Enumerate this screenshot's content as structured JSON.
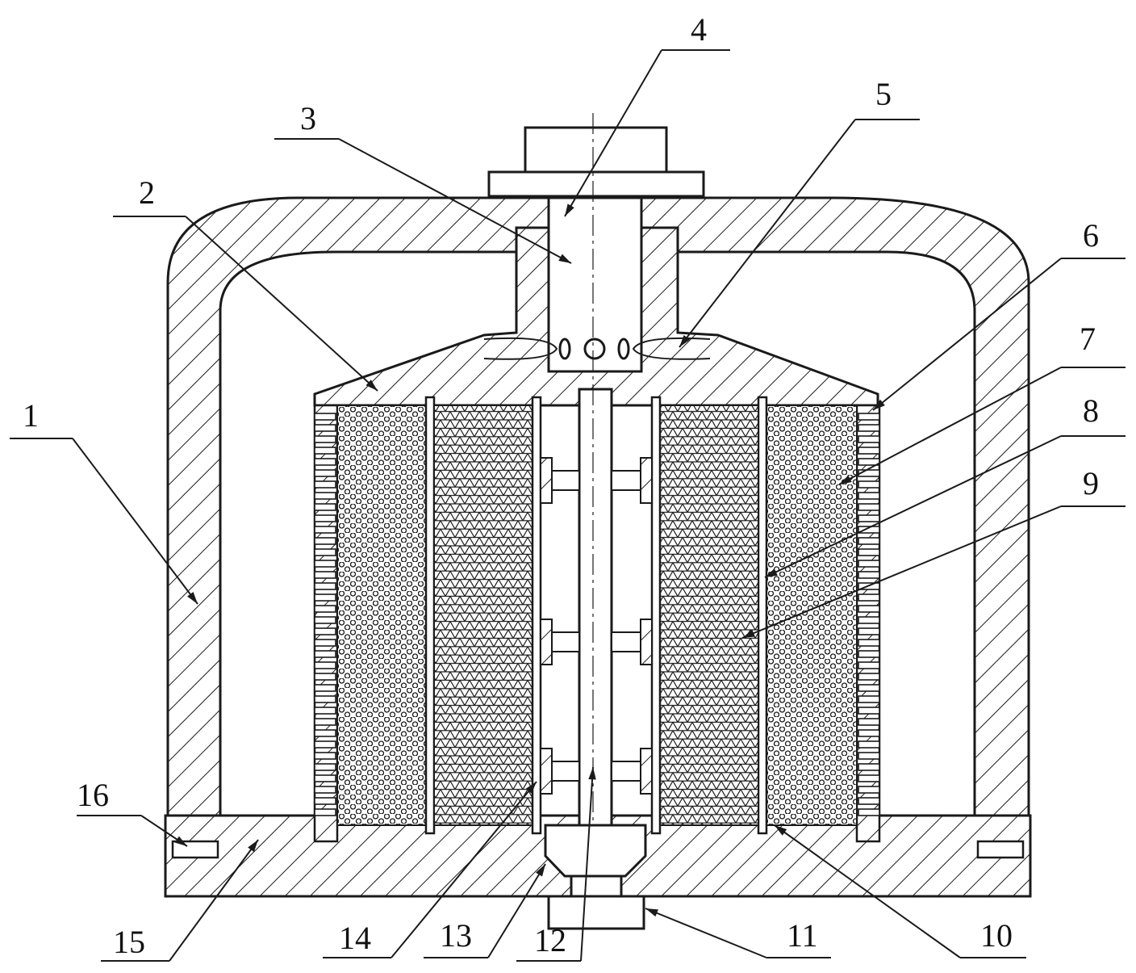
{
  "callouts": [
    {
      "id": "1",
      "text": "1"
    },
    {
      "id": "2",
      "text": "2"
    },
    {
      "id": "3",
      "text": "3"
    },
    {
      "id": "4",
      "text": "4"
    },
    {
      "id": "5",
      "text": "5"
    },
    {
      "id": "6",
      "text": "6"
    },
    {
      "id": "7",
      "text": "7"
    },
    {
      "id": "8",
      "text": "8"
    },
    {
      "id": "9",
      "text": "9"
    },
    {
      "id": "10",
      "text": "10"
    },
    {
      "id": "11",
      "text": "11"
    },
    {
      "id": "12",
      "text": "12"
    },
    {
      "id": "13",
      "text": "13"
    },
    {
      "id": "14",
      "text": "14"
    },
    {
      "id": "15",
      "text": "15"
    },
    {
      "id": "16",
      "text": "16"
    }
  ],
  "colors": {
    "line": "#1a1a1a",
    "background": "#ffffff"
  }
}
